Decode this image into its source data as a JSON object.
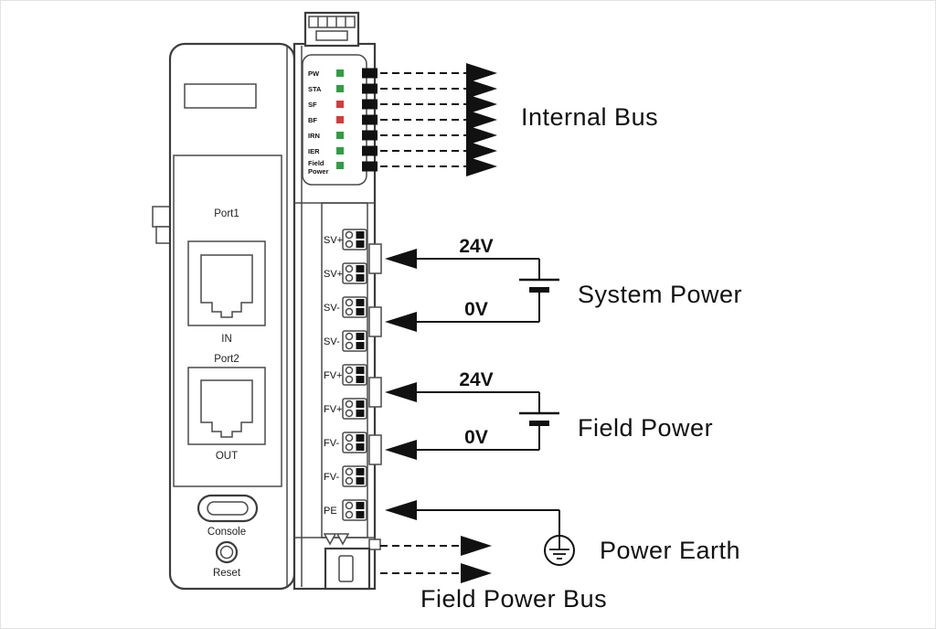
{
  "diagram": {
    "internal_bus_label": "Internal Bus",
    "system_power": {
      "label": "System Power",
      "v24": "24V",
      "v0": "0V"
    },
    "field_power": {
      "label": "Field Power",
      "v24": "24V",
      "v0": "0V"
    },
    "power_earth_label": "Power Earth",
    "field_power_bus_label": "Field Power Bus"
  },
  "device": {
    "port1_label": "Port1",
    "port1_dir": "IN",
    "port2_label": "Port2",
    "port2_dir": "OUT",
    "console_label": "Console",
    "reset_label": "Reset"
  },
  "leds": [
    {
      "label": "PW",
      "color": "#2f9e44"
    },
    {
      "label": "STA",
      "color": "#2f9e44"
    },
    {
      "label": "SF",
      "color": "#d63b3b"
    },
    {
      "label": "BF",
      "color": "#d63b3b"
    },
    {
      "label": "IRN",
      "color": "#2f9e44"
    },
    {
      "label": "IER",
      "color": "#2f9e44"
    },
    {
      "label": "Field",
      "label2": "Power",
      "color": "#2f9e44"
    }
  ],
  "terminals": [
    {
      "label": "SV+"
    },
    {
      "label": "SV+"
    },
    {
      "label": "SV-"
    },
    {
      "label": "SV-"
    },
    {
      "label": "FV+"
    },
    {
      "label": "FV+"
    },
    {
      "label": "FV-"
    },
    {
      "label": "FV-"
    },
    {
      "label": "PE"
    }
  ]
}
